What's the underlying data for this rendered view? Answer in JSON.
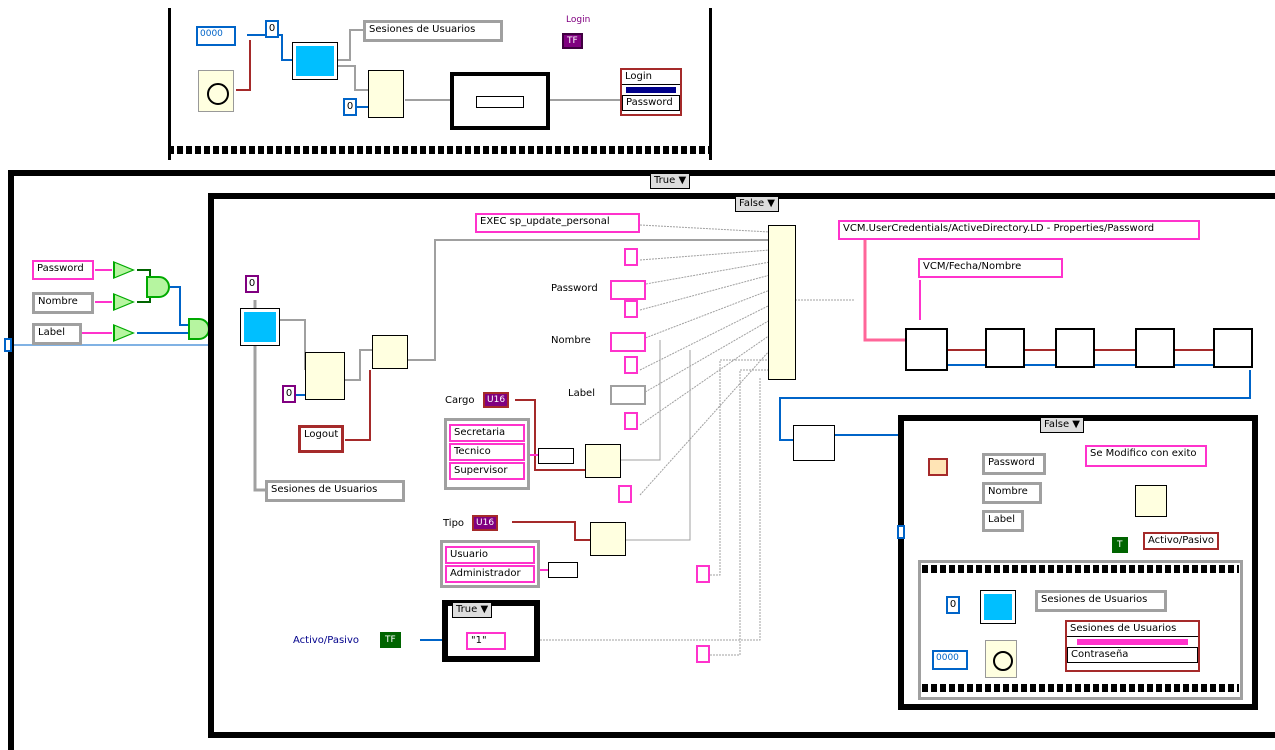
{
  "top_sequence": {
    "constant_value": "0000",
    "session_global": "Sesiones de Usuarios",
    "login_label": "Login",
    "cluster_unbundle_login": "Login",
    "cluster_unbundle_password": "Password"
  },
  "case_outer": {
    "selector": "True"
  },
  "case_inner": {
    "selector": "False"
  },
  "case_bottom": {
    "selector": "False"
  },
  "case_small": {
    "selector": "True"
  },
  "controls": {
    "password": "Password",
    "nombre": "Nombre",
    "label": "Label",
    "cargo": "Cargo",
    "tipo": "Tipo",
    "activo": "Activo/Pasivo",
    "sql_select": "EXEC sp_update_personal",
    "sql_connection": "VCM.UserCredentials/ActiveDirectory.LD - Properties/Password",
    "sql_user": "VCM/Fecha/Nombre",
    "session_global": "Sesiones de Usuarios",
    "logout_btn": "Logout"
  },
  "cargo_options": [
    "Secretaria",
    "Tecnico",
    "Supervisor"
  ],
  "tipo_options": [
    "Usuario",
    "Administrador"
  ],
  "small_case_value": "\"1\"",
  "bottom_panel": {
    "password": "Password",
    "nombre": "Nombre",
    "label": "Label",
    "message": "Se Modifico con exito",
    "activo_label": "Activo/Pasivo",
    "session_global": "Sesiones de Usuarios",
    "session_global_2": "Sesiones de Usuarios",
    "unbundle_field": "Contraseña",
    "constant_value": "0000"
  },
  "colors": {
    "string_wire": "#ff33cc",
    "numeric_wire": "#0064c8",
    "boolean_wire": "#006400",
    "cluster_wire": "#a52a2a",
    "refnum_wire": "#808080"
  },
  "icons": [
    "global-variable-icon",
    "timer-icon",
    "logical-or-icon",
    "build-array-icon",
    "db-connect-icon",
    "db-execute-icon",
    "db-close-icon",
    "unbundle-icon",
    "error-handler-icon",
    "select-icon",
    "not-icon"
  ]
}
